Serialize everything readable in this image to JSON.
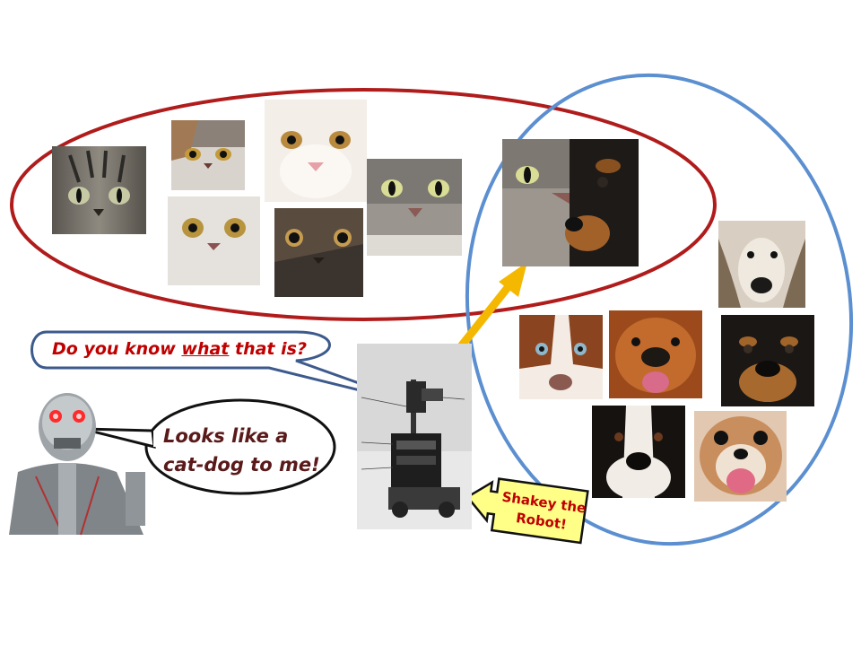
{
  "question": {
    "before": "Do you know ",
    "emphasis": "what",
    "after": " that is?"
  },
  "answer": {
    "line1": "Looks like a",
    "line2": "cat-dog to me!"
  },
  "robot_label": {
    "line1": "Shakey the",
    "line2": "Robot!"
  },
  "colors": {
    "cat_ellipse": "#b01c1c",
    "dog_ellipse": "#5b8fd0",
    "arrow": "#f5b800",
    "question_bubble_border": "#3c5a8c",
    "label_box": "#ffff88"
  },
  "icons": {
    "cats": [
      "tabby-cat-face",
      "persian-cat-face",
      "white-cat-face",
      "silver-persian-cat-face",
      "dark-cat-face",
      "gray-cat-face"
    ],
    "dogs": [
      "afghan-hound-face",
      "aussie-puppy-face",
      "chow-chow-face",
      "rottweiler-face",
      "bernese-dog-face",
      "pomeranian-face"
    ],
    "hybrid": "cat-dog-composite-face",
    "robot": "shakey-robot-photo",
    "android": "terminator-endoskeleton"
  }
}
